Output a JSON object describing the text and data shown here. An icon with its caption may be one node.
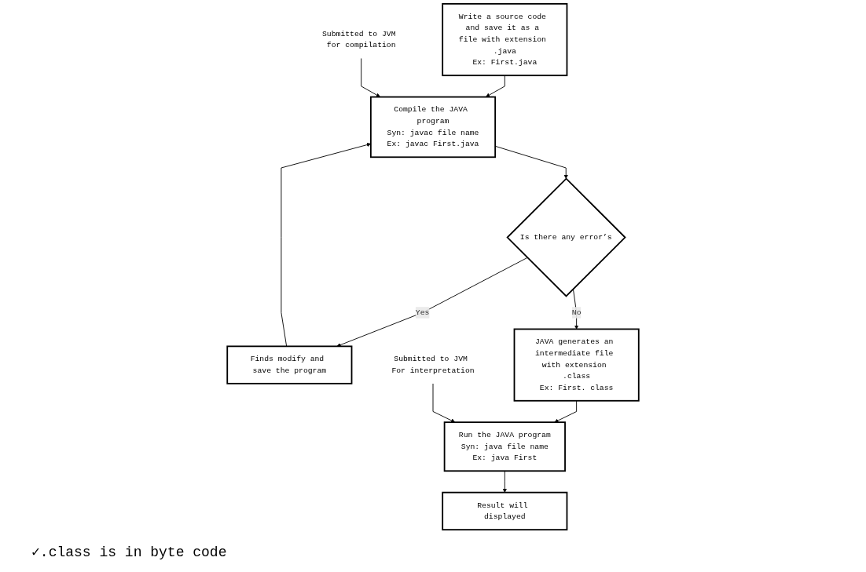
{
  "diagram": {
    "nodes": [
      {
        "text": [
          "Write a source code and save it as a file with extension .java",
          "Ex: First.java"
        ]
      },
      {
        "text": [
          "Compile the JAVA program",
          "Syn: javac file name",
          "Ex: javac First.java"
        ]
      },
      {
        "text": [
          "Submitted to JVM for compilation"
        ]
      },
      {
        "text": [
          "Is there any error’s"
        ]
      },
      {
        "text": [
          "Finds modify and save the program"
        ]
      },
      {
        "text": [
          "JAVA generates an intermediate file with extension .class",
          "Ex: First. class"
        ]
      },
      {
        "text": [
          "Run the JAVA program",
          "Syn: java file name",
          "Ex: java First"
        ]
      },
      {
        "text": [
          "Submitted to JVM For interpretation"
        ]
      },
      {
        "text": [
          "Result will displayed"
        ]
      }
    ],
    "edges": [
      {
        "from": 0,
        "to": 1,
        "arrow": "to"
      },
      {
        "from": 2,
        "to": 1,
        "arrow": "to"
      },
      {
        "from": 1,
        "to": 3,
        "arrow": "to"
      },
      {
        "from": 3,
        "to": 4,
        "label": "Yes",
        "arrow": "to"
      },
      {
        "from": 3,
        "to": 5,
        "label": "No",
        "arrow": "to"
      },
      {
        "from": 4,
        "to": 1,
        "arrow": "to"
      },
      {
        "from": 5,
        "to": 6,
        "arrow": "to"
      },
      {
        "from": 7,
        "to": 6,
        "arrow": "to"
      },
      {
        "from": 6,
        "to": 8,
        "arrow": "to"
      }
    ],
    "labels": [
      "✓.class is in byte code"
    ]
  }
}
